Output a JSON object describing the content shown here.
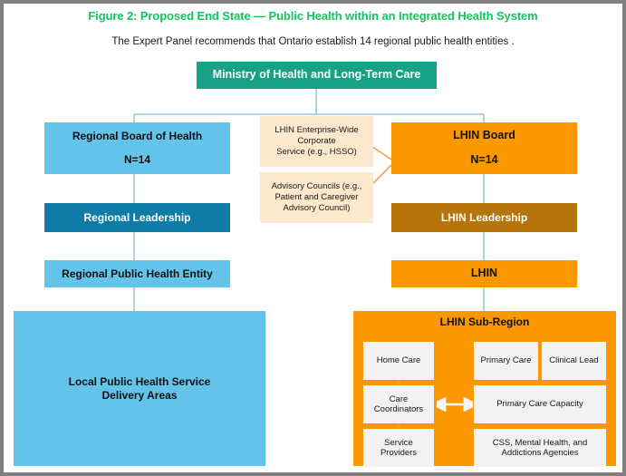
{
  "figure": {
    "title": "Figure 2: Proposed End State — Public Health within an Integrated Health System",
    "subtitle": "The Expert Panel recommends that Ontario establish 14 regional public health entities .",
    "title_color": "#11C65B",
    "frame_color": "#808080",
    "background": "#ffffff"
  },
  "palette": {
    "teal": "#17A185",
    "light_blue": "#63C3E8",
    "dark_blue": "#0F7CA8",
    "orange": "#FB9800",
    "brown": "#B5750A",
    "cream": "#FCE8CC",
    "chip_gray": "#F2F2F2",
    "connector_blue": "#9EC4D6",
    "connector_orange": "#F0A04B"
  },
  "nodes": {
    "ministry": {
      "label": "Ministry of Health and Long-Term Care"
    },
    "regional_board": {
      "label": "Regional Board of Health",
      "count": "N=14"
    },
    "regional_leadership": {
      "label": "Regional Leadership"
    },
    "regional_entity": {
      "label": "Regional Public Health Entity"
    },
    "local_delivery": {
      "line1": "Local Public Health Service",
      "line2": "Delivery Areas"
    },
    "lhin_board": {
      "label": "LHIN Board",
      "count": "N=14"
    },
    "lhin_leadership": {
      "label": "LHIN Leadership"
    },
    "lhin": {
      "label": "LHIN"
    },
    "enterprise_service": {
      "line1": "LHIN Enterprise-Wide",
      "line2": "Corporate",
      "line3": "Service (e.g., HSSO)"
    },
    "advisory_councils": {
      "line1": "Advisory Councils (e.g.,",
      "line2": "Patient and Caregiver",
      "line3": "Advisory Council)"
    }
  },
  "subregion": {
    "title": "LHIN Sub-Region",
    "left_column": [
      {
        "line1": "Home Care",
        "line2": ""
      },
      {
        "line1": "Care",
        "line2": "Coordinators"
      },
      {
        "line1": "Service",
        "line2": "Providers"
      }
    ],
    "right_column": [
      {
        "line1": "Primary Care",
        "line2": ""
      },
      {
        "line1": "Clinical Lead",
        "line2": ""
      },
      {
        "line1": "Primary Care Capacity",
        "line2": ""
      },
      {
        "line1": "CSS, Mental Health, and",
        "line2": "Addictions Agencies"
      }
    ],
    "arrow": "bidirectional-arrow"
  }
}
